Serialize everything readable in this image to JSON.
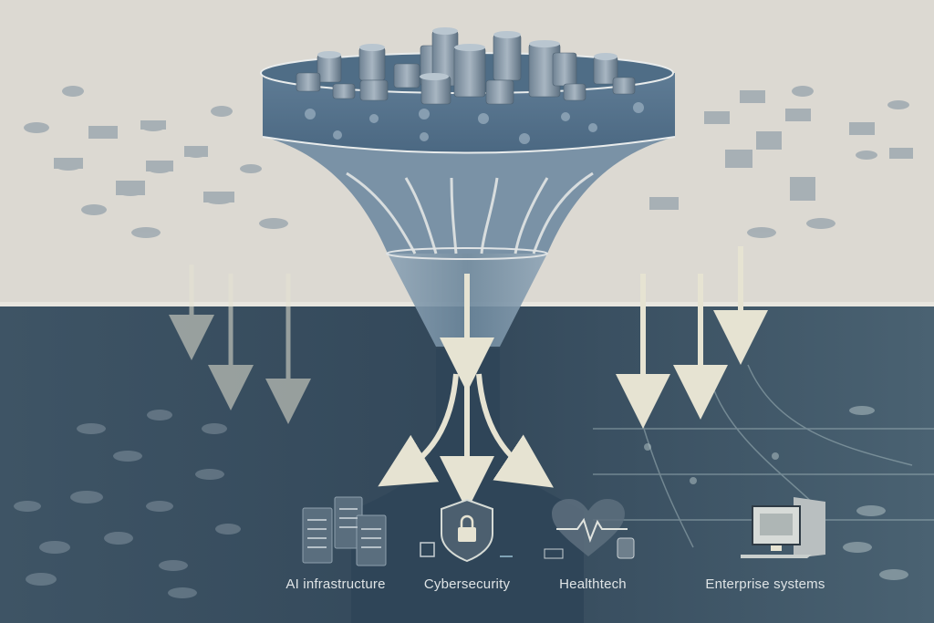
{
  "illustration": {
    "subject": "Capital funnel distributing funds into technology sectors",
    "colors": {
      "top_background": "#dcd9d2",
      "bottom_background": "#3f5668",
      "funnel_blue": "#5d7a93",
      "funnel_dark": "#2f4558",
      "arrow_cream": "#e6e3d2",
      "coin": "#7d8f9e",
      "label_text": "#dfe4e6"
    }
  },
  "sectors": [
    {
      "label": "AI infrastructure",
      "icon": "server-racks-icon"
    },
    {
      "label": "Cybersecurity",
      "icon": "shield-lock-icon"
    },
    {
      "label": "Healthtech",
      "icon": "heart-pulse-icon"
    },
    {
      "label": "Enterprise systems",
      "icon": "computer-terminal-icon"
    }
  ]
}
